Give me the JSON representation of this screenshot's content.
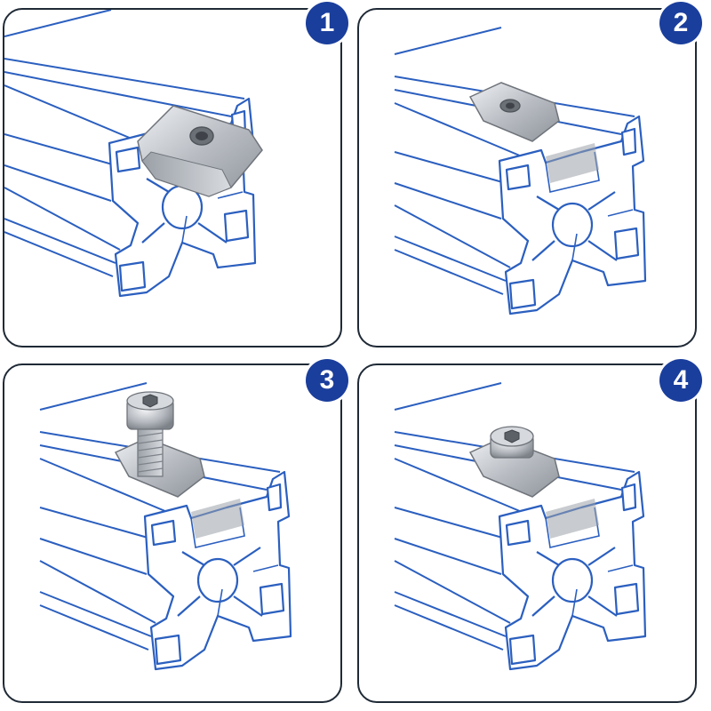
{
  "steps": [
    {
      "number": "1"
    },
    {
      "number": "2"
    },
    {
      "number": "3"
    },
    {
      "number": "4"
    }
  ],
  "colors": {
    "badge": "#1a3e9c",
    "profile_line": "#2b5fbf",
    "profile_fill": "#ffffff",
    "panel_border": "#1f2a36",
    "metal": "#c9ccd1"
  },
  "icons": {
    "t_nut": "t-slot-nut-icon",
    "bolt": "hex-socket-bolt-icon"
  }
}
